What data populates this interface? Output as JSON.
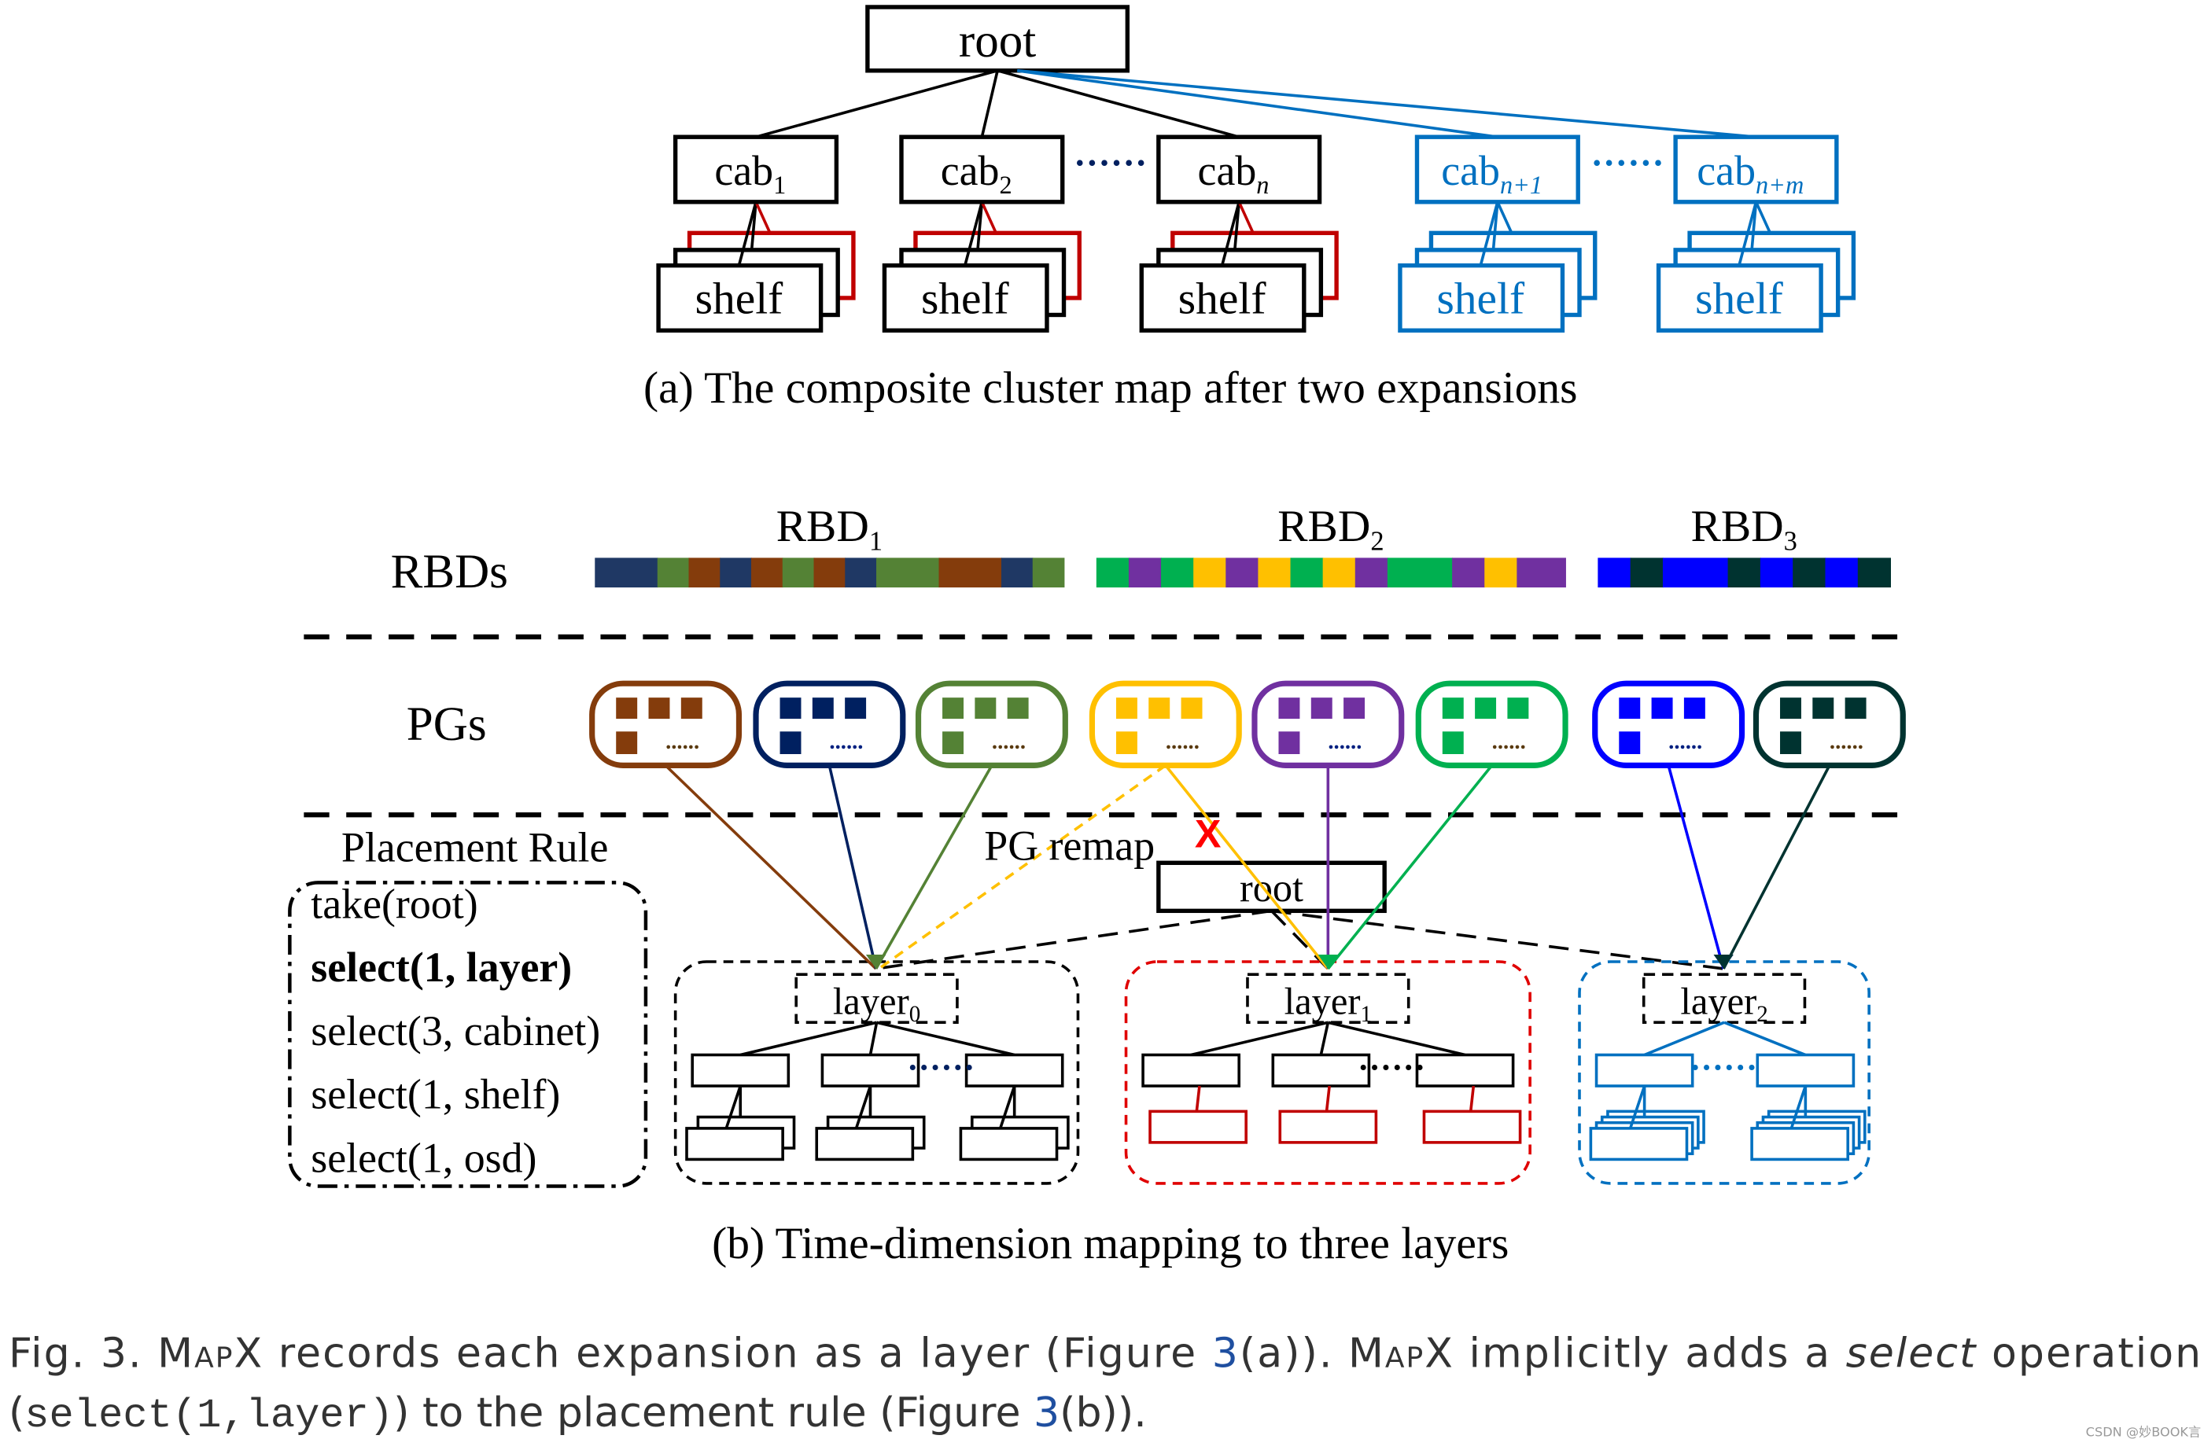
{
  "part_a": {
    "root": "root",
    "cabs": [
      {
        "base": "cab",
        "sub": "1",
        "color": "#000000"
      },
      {
        "base": "cab",
        "sub": "2",
        "color": "#000000"
      },
      {
        "base": "cab",
        "sub": "n",
        "color": "#000000"
      },
      {
        "base": "cab",
        "sub": "n+1",
        "color": "#0070c0"
      },
      {
        "base": "cab",
        "sub": "n+m",
        "color": "#0070c0"
      }
    ],
    "shelf": "shelf",
    "ellipsis": "······",
    "caption": "(a) The composite cluster map after two expansions"
  },
  "part_b": {
    "rbds_label": "RBDs",
    "pgs_label": "PGs",
    "rbds": [
      {
        "base": "RBD",
        "sub": "1",
        "segments": [
          [
            "#1f3864",
            2
          ],
          [
            "#548235",
            1
          ],
          [
            "#843c0c",
            1
          ],
          [
            "#1f3864",
            1
          ],
          [
            "#843c0c",
            1
          ],
          [
            "#548235",
            1
          ],
          [
            "#843c0c",
            1
          ],
          [
            "#1f3864",
            1
          ],
          [
            "#548235",
            2
          ],
          [
            "#843c0c",
            2
          ],
          [
            "#1f3864",
            1
          ],
          [
            "#548235",
            1
          ]
        ]
      },
      {
        "base": "RBD",
        "sub": "2",
        "segments": [
          [
            "#00b050",
            1
          ],
          [
            "#7030a0",
            1
          ],
          [
            "#00b050",
            1
          ],
          [
            "#ffc000",
            1
          ],
          [
            "#7030a0",
            1
          ],
          [
            "#ffc000",
            1
          ],
          [
            "#00b050",
            1
          ],
          [
            "#ffc000",
            1
          ],
          [
            "#7030a0",
            1
          ],
          [
            "#00b050",
            2
          ],
          [
            "#7030a0",
            1
          ],
          [
            "#ffc000",
            1
          ],
          [
            "#7030a0",
            1.5
          ]
        ]
      },
      {
        "base": "RBD",
        "sub": "3",
        "segments": [
          [
            "#0000ff",
            1
          ],
          [
            "#003330",
            1
          ],
          [
            "#0000ff",
            2
          ],
          [
            "#003330",
            1
          ],
          [
            "#0000ff",
            1
          ],
          [
            "#003330",
            1
          ],
          [
            "#0000ff",
            1
          ],
          [
            "#003330",
            1
          ]
        ]
      }
    ],
    "pg_colors": [
      "#843c0c",
      "#002060",
      "#548235",
      "#ffc000",
      "#7030a0",
      "#00b050",
      "#0000ff",
      "#003330"
    ],
    "pg_ellipsis": "......",
    "placement_rule_title": "Placement Rule",
    "placement_rule": [
      "take(root)",
      "select(1, layer)",
      "select(3, cabinet)",
      "select(1, shelf)",
      "select(1, osd)"
    ],
    "pg_remap": "PG remap",
    "remap_mark": "X",
    "root": "root",
    "layers": [
      {
        "base": "layer",
        "sub": "0",
        "color": "#000000",
        "shelf_color": "#000000"
      },
      {
        "base": "layer",
        "sub": "1",
        "color": "#e00000",
        "shelf_color": "#c00000"
      },
      {
        "base": "layer",
        "sub": "2",
        "color": "#0070c0",
        "shelf_color": "#0070c0"
      }
    ],
    "caption": "(b) Time-dimension mapping to three layers"
  },
  "figure_caption": {
    "line1": [
      "Fig. 3. ",
      "MapX",
      " records each expansion as a layer (Figure ",
      "3",
      "(a)). ",
      "MapX",
      " implicitly adds a ",
      "select",
      " operation"
    ],
    "line2": [
      "(",
      "select(1,layer)",
      ") to the placement rule (Figure ",
      "3",
      "(b))."
    ]
  },
  "watermark": "CSDN @妙BOOK言"
}
